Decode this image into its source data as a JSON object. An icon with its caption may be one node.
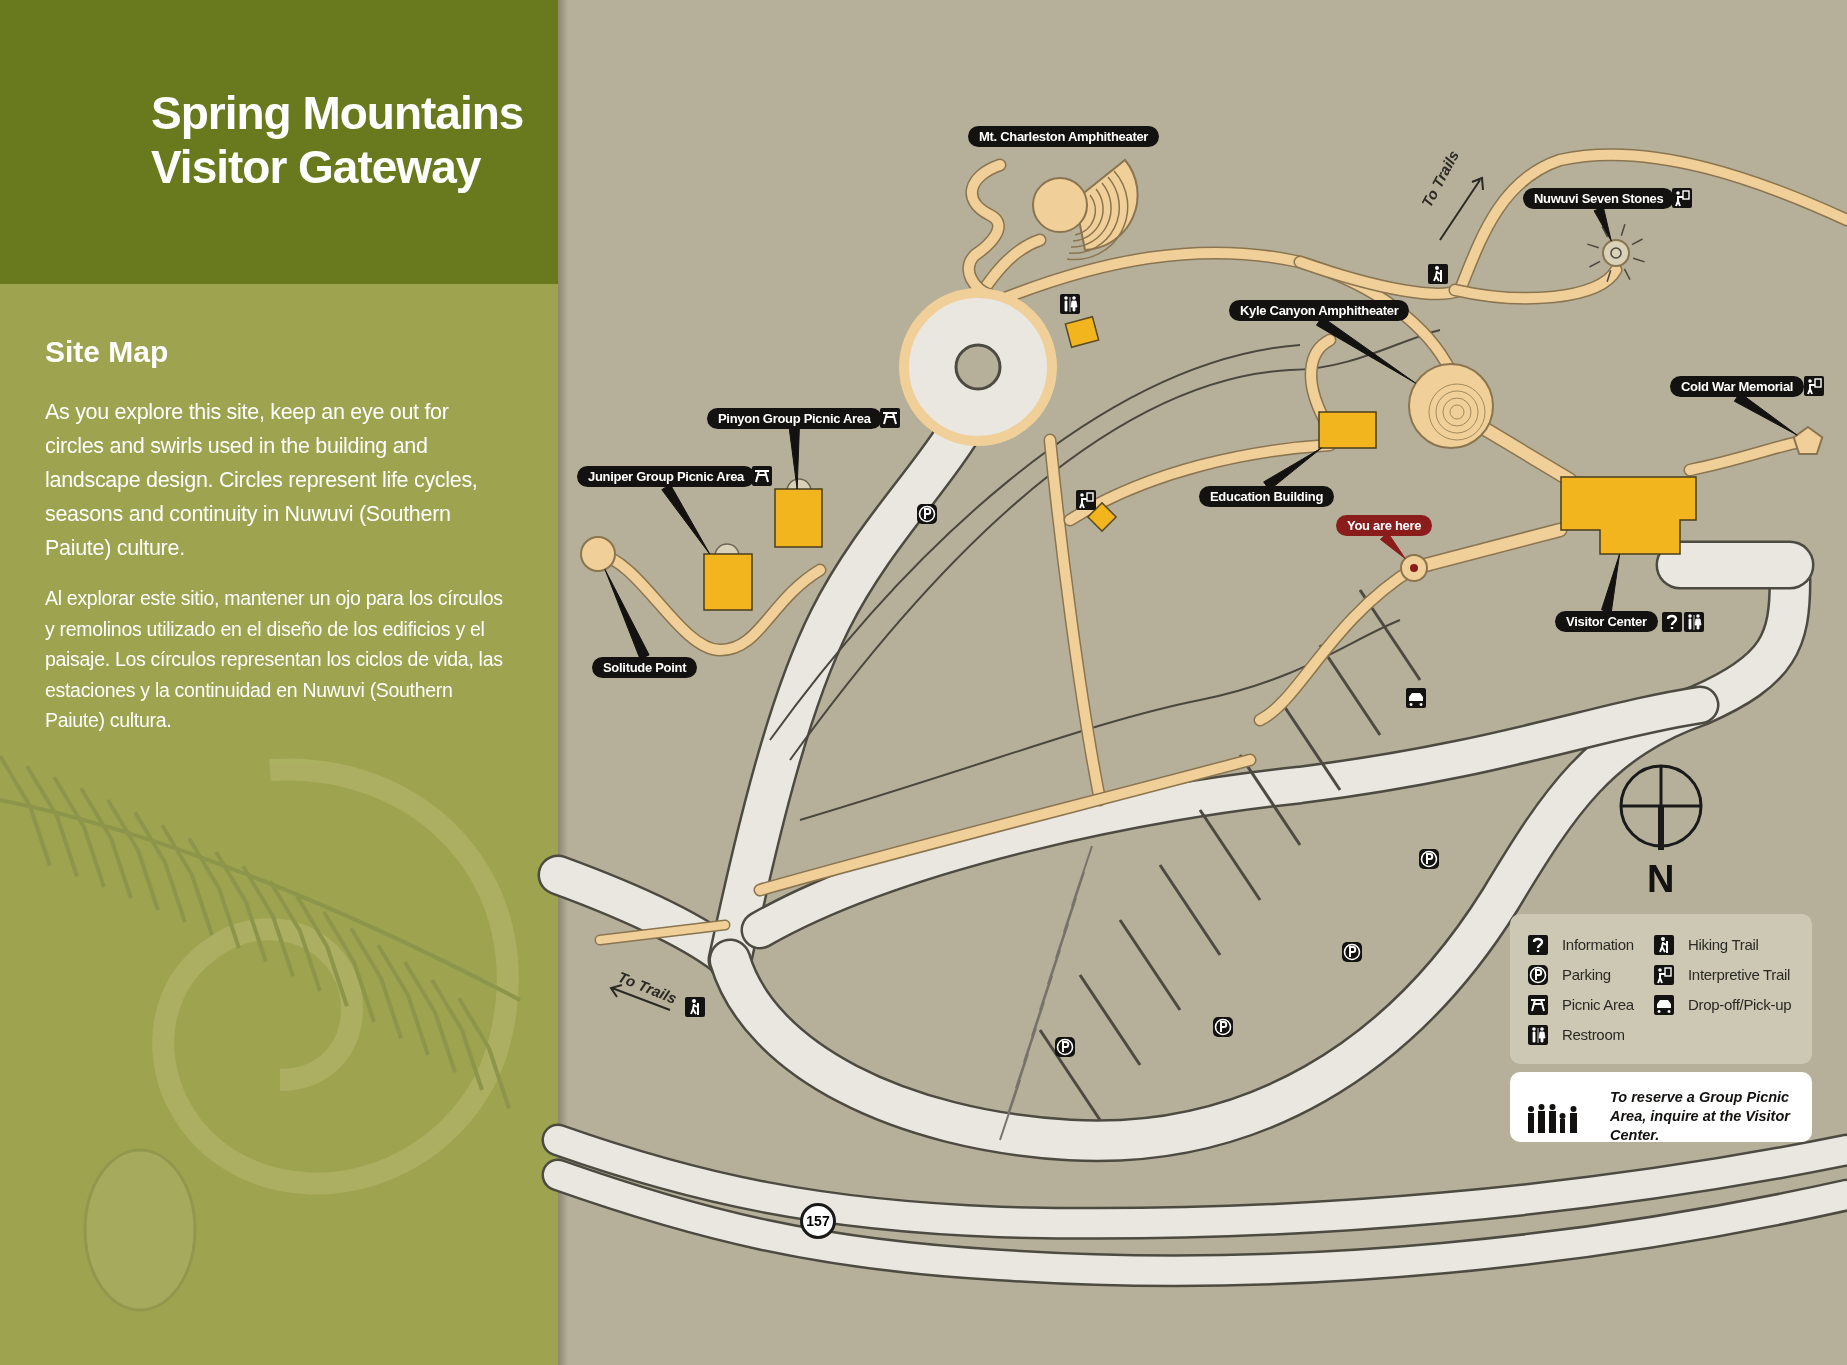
{
  "diagram": {
    "title": "Spring Mountains Visitor Gateway",
    "nodes": [
      {
        "text": [
          "Mt. Charleston Amphitheater"
        ]
      },
      {
        "text": [
          "Pinyon Group Picnic Area"
        ]
      },
      {
        "text": [],
        "shape": "box"
      },
      {
        "text": [
          "Juniper Group Picnic Area"
        ]
      },
      {
        "text": [],
        "shape": "box"
      },
      {
        "text": [
          "Solitude Point"
        ]
      },
      {
        "text": [],
        "shape": "circle"
      },
      {
        "text": [
          "Kyle Canyon Amphitheater"
        ]
      },
      {
        "text": [],
        "shape": "circle"
      },
      {
        "text": [
          "Education Building"
        ]
      },
      {
        "text": [],
        "shape": "box"
      },
      {
        "text": [
          "Nuwuvi Seven Stones"
        ]
      },
      {
        "text": [],
        "shape": "circle"
      },
      {
        "text": [
          "Cold War Memorial"
        ]
      },
      {
        "text": [],
        "shape": "pentagon"
      },
      {
        "text": [
          "You are here"
        ]
      },
      {
        "text": [],
        "shape": "circle"
      },
      {
        "text": [
          "Visitor Center"
        ]
      },
      {
        "text": [],
        "shape": "box"
      },
      {
        "text": [
          "157"
        ]
      }
    ],
    "edges": [
      {
        "from": 1,
        "to": 2,
        "arrow": "none"
      },
      {
        "from": 3,
        "to": 4,
        "arrow": "none"
      },
      {
        "from": 5,
        "to": 6,
        "arrow": "none"
      },
      {
        "from": 7,
        "to": 8,
        "arrow": "none"
      },
      {
        "from": 9,
        "to": 10,
        "arrow": "none"
      },
      {
        "from": 11,
        "to": 12,
        "arrow": "none"
      },
      {
        "from": 13,
        "to": 14,
        "arrow": "none"
      },
      {
        "from": 15,
        "to": 16,
        "arrow": "none",
        "color": "#8a1c1c"
      },
      {
        "from": 17,
        "to": 18,
        "arrow": "none"
      }
    ],
    "labels": [
      "Site Map",
      "As you explore this site, keep an eye out for circles and swirls used in the building and landscape design. Circles represent life cycles, seasons and continuity in Nuwuvi (Southern Paiute) culture.",
      "Al explorar este sitio, mantener un ojo para los círculos y remolinos utilizado en el diseño de los edificios y el paisaje. Los círculos representan los ciclos de vida, las estaciones y la continuidad en Nuwuvi (Southern Paiute) cultura.",
      "To Trails",
      "To Trails",
      "N",
      "To reserve a Group Picnic Area, inquire at the Visitor Center."
    ],
    "legend": [
      {
        "text": "Information"
      },
      {
        "text": "Parking"
      },
      {
        "text": "Picnic Area"
      },
      {
        "text": "Restroom"
      },
      {
        "text": "Hiking Trail"
      },
      {
        "text": "Interpretive Trail"
      },
      {
        "text": "Drop-off/Pick-up"
      }
    ]
  }
}
